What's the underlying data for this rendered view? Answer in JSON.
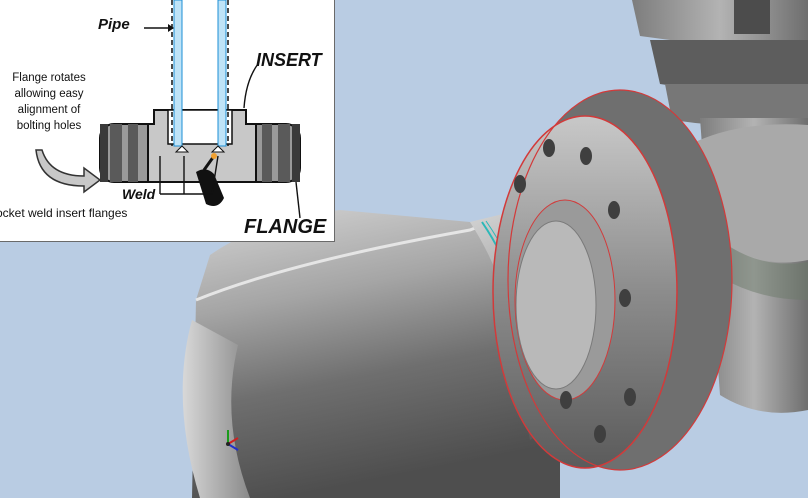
{
  "diagram": {
    "labels": {
      "pipe": "Pipe",
      "insert": "INSERT",
      "weld": "Weld",
      "flange": "FLANGE",
      "rotates": "Flange rotates allowing easy alignment of bolting holes",
      "caption": "ocket weld insert flanges"
    }
  },
  "colors": {
    "background": "#b9cce3",
    "steel": "#9a9a9a",
    "pipe_fill": "#bfe3f7",
    "pipe_edge": "#1d8fd6",
    "flange_edge": "#d23a3a",
    "weld_edge": "#2bb8b8"
  },
  "icons": [
    "triad-axes-icon",
    "welding-torch-icon",
    "curved-arrow-icon"
  ]
}
